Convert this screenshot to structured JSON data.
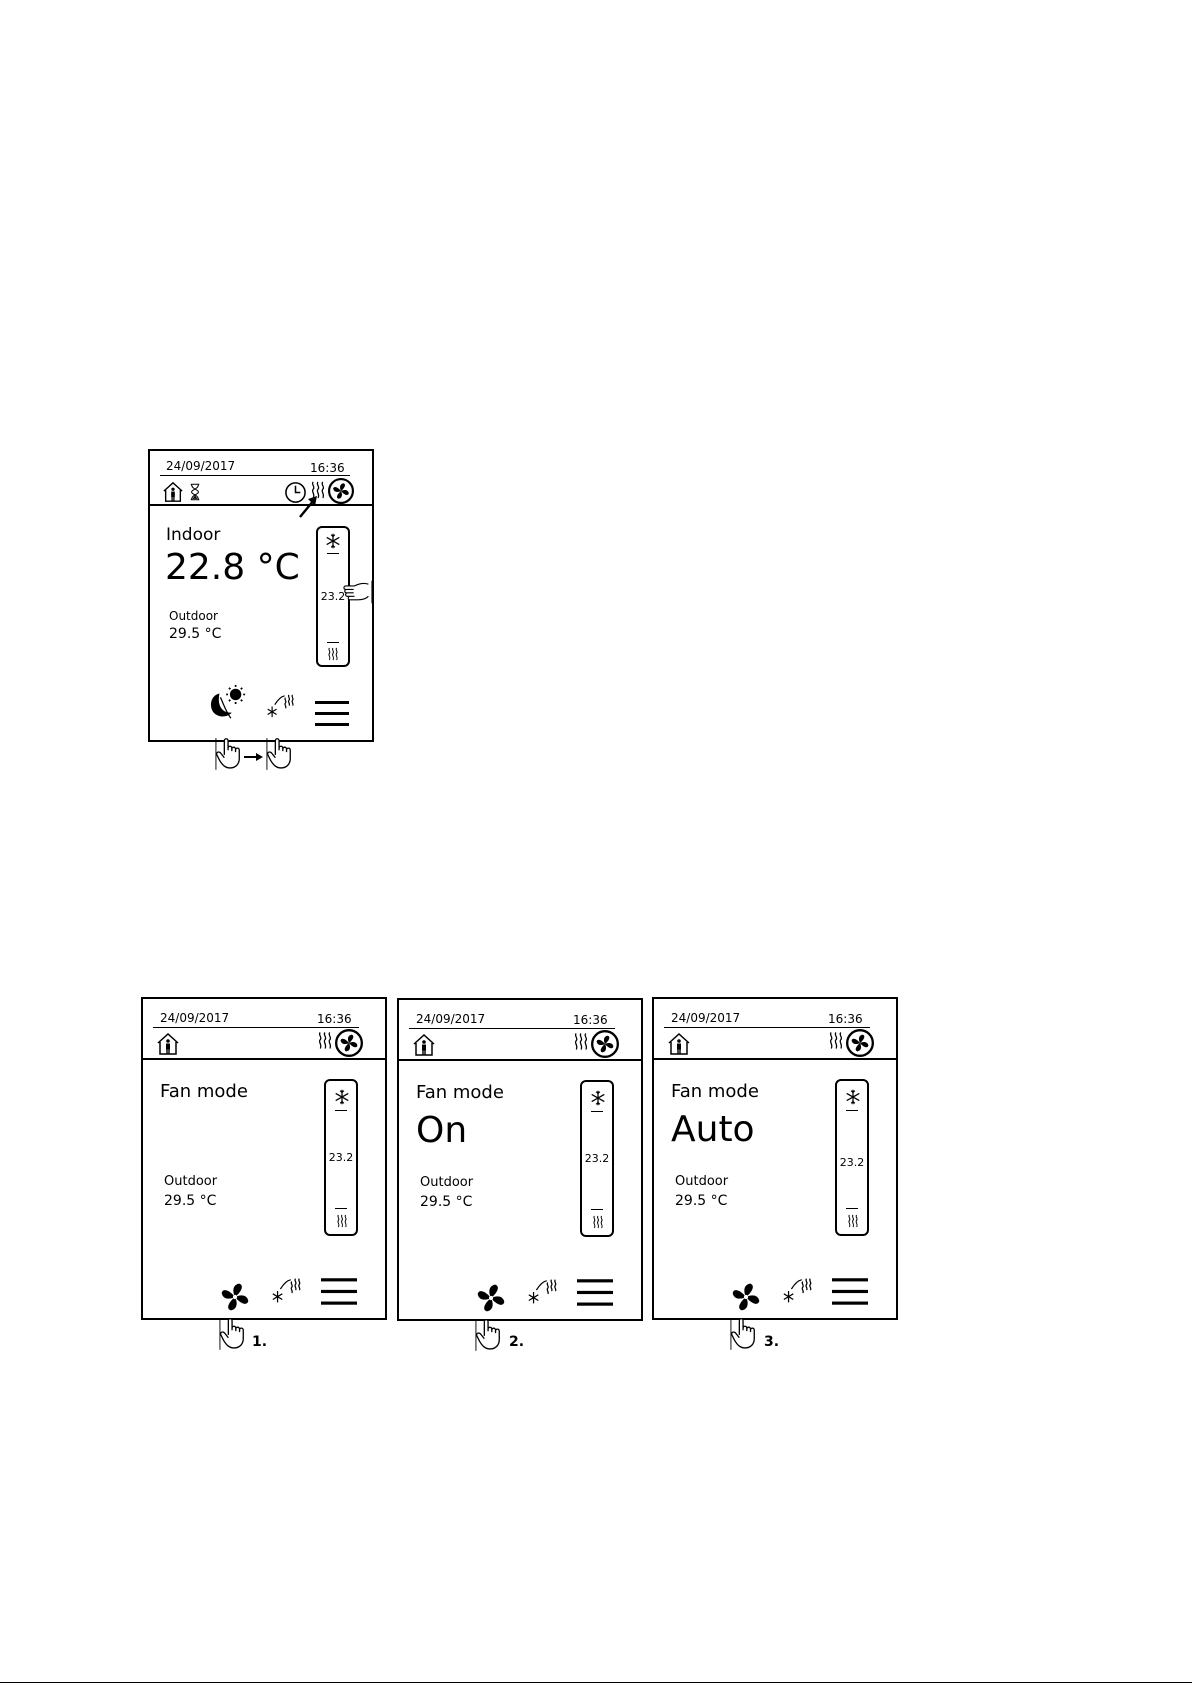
{
  "top_screen": {
    "date": "24/09/2017",
    "time": "16:36",
    "title": "Indoor",
    "value": "22.8 °C",
    "outdoor_label": "Outdoor",
    "outdoor_value": "29.5 °C",
    "setpoint": "23.2"
  },
  "screens": [
    {
      "date": "24/09/2017",
      "time": "16:36",
      "title": "Fan mode",
      "value": "",
      "outdoor_label": "Outdoor",
      "outdoor_value": "29.5 °C",
      "setpoint": "23.2",
      "step": "1."
    },
    {
      "date": "24/09/2017",
      "time": "16:36",
      "title": "Fan mode",
      "value": "On",
      "outdoor_label": "Outdoor",
      "outdoor_value": "29.5 °C",
      "setpoint": "23.2",
      "step": "2."
    },
    {
      "date": "24/09/2017",
      "time": "16:36",
      "title": "Fan mode",
      "value": "Auto",
      "outdoor_label": "Outdoor",
      "outdoor_value": "29.5 °C",
      "setpoint": "23.2",
      "step": "3."
    }
  ],
  "icons": {
    "home": "home-person-icon",
    "hourglass": "hourglass-icon",
    "clock": "clock-icon",
    "heat": "heat-waves-icon",
    "fan": "fan-icon",
    "snow": "snowflake-icon",
    "moon_sun": "day-night-icon",
    "cool_heat": "cool-heat-mode-icon",
    "menu": "menu-icon",
    "hand": "hand-pointer-icon"
  }
}
